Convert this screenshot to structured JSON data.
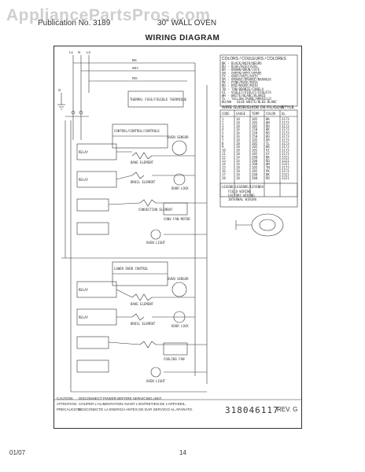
{
  "watermark": "AppliancePartsPros.com",
  "header": {
    "brand_left": "Publication No. 3189",
    "model_right": "30\" WALL OVEN"
  },
  "title": "WIRING DIAGRAM",
  "supply": {
    "labels": [
      "L1",
      "N",
      "L2",
      "G"
    ],
    "top_labels": [
      "BK",
      "WH",
      "RD"
    ]
  },
  "components": {
    "thermal_fuse": "THERMAL FUSE/FUSIBLE THERMIQUE",
    "upper_control": "CONTROL/CONTROL/CONTROLE",
    "upper_sensor": "OVEN SENSOR",
    "lower_control": "LOWER OVEN CONTROL",
    "lower_sensor": "OVEN SENSOR",
    "relays": [
      "RELAY",
      "RELAY",
      "RELAY",
      "RELAY"
    ],
    "elements": [
      "BAKE ELEMENT",
      "BROIL ELEMENT",
      "CONVECTION ELEMENT",
      "BAKE ELEMENT",
      "BROIL ELEMENT"
    ],
    "lamps": [
      "OVEN LIGHT",
      "OVEN LIGHT"
    ],
    "motors": [
      "CONV FAN MOTOR",
      "COOLING FAN"
    ],
    "door_lock": [
      "DOOR LOCK",
      "DOOR LOCK"
    ]
  },
  "color_code": {
    "title": "COLORS / COULEURS / COLORES",
    "items": [
      "BK - BLACK/NOIR/NEGRO",
      "BU - BLUE/BLEU/AZUL",
      "BR - BROWN/BRUN/CAFE",
      "GN - GREEN/VERT/VERDE",
      "GY - GRAY/GRIS/GRIS",
      "OR - ORANGE/ORANGE/NARANJA",
      "PK - PINK/ROSE/ROSA",
      "RD - RED/ROUGE/ROJO",
      "TN - TAN/BRONZE/CANELA",
      "VI - VIOLET/VIOLET/VIOLETA",
      "WH - WHITE/BLANC/BLANCO",
      "YL - YELLOW/JAUNE/AMARILLO",
      "BU/WH - BLUE-WHITE/BLEU-BLANC"
    ]
  },
  "wire_table": {
    "title": "WIRE GUIDE/GUIDE DE FIL/GUIA",
    "col_style": "STYLE",
    "headers": [
      "CODE",
      "GAUGE",
      "TEMP",
      "COLOR",
      "UL"
    ],
    "rows": [
      [
        "1",
        "18",
        "105",
        "BK",
        "3173"
      ],
      [
        "2",
        "18",
        "105",
        "WH",
        "3173"
      ],
      [
        "3",
        "18",
        "105",
        "RD",
        "3173"
      ],
      [
        "4",
        "16",
        "150",
        "BK",
        "3173"
      ],
      [
        "5",
        "16",
        "150",
        "RD",
        "3173"
      ],
      [
        "6",
        "16",
        "150",
        "BU",
        "3173"
      ],
      [
        "7",
        "18",
        "105",
        "OR",
        "3173"
      ],
      [
        "8",
        "18",
        "105",
        "YL",
        "3173"
      ],
      [
        "9",
        "18",
        "105",
        "BR",
        "3173"
      ],
      [
        "10",
        "18",
        "105",
        "VI",
        "3173"
      ],
      [
        "11",
        "18",
        "105",
        "GY",
        "3173"
      ],
      [
        "12",
        "14",
        "200",
        "BK",
        "3321"
      ],
      [
        "13",
        "14",
        "200",
        "RD",
        "3321"
      ],
      [
        "14",
        "14",
        "200",
        "WH",
        "3321"
      ],
      [
        "15",
        "18",
        "105",
        "TN",
        "3173"
      ],
      [
        "16",
        "18",
        "105",
        "PK",
        "3173"
      ],
      [
        "17",
        "18",
        "200",
        "BK",
        "3321"
      ],
      [
        "18",
        "18",
        "200",
        "RD",
        "3321"
      ]
    ]
  },
  "legend": {
    "title": "LEGEND/LEGENDE/LEYENDA",
    "lines": [
      "FIELD WIRING",
      "FACTORY WIRING",
      "INTERNAL WIRING"
    ]
  },
  "warnings": [
    {
      "label": "CAUTION:",
      "text": "DISCONNECT POWER BEFORE SERVICING UNIT."
    },
    {
      "label": "ATTENTION:",
      "text": "COUPER L'ALIMENTATION AVANT L'ENTRETIEN DE L'APPAREIL."
    },
    {
      "label": "PRECAUCION:",
      "text": "DESCONECTE LA ENERGIA ANTES DE DAR SERVICIO AL APARATO."
    }
  ],
  "part_number": "318046117",
  "revision": "REV. G",
  "footer": {
    "date": "01/07",
    "page": "14"
  },
  "colors": {
    "line": "#333333",
    "watermark": "#cfcfcf",
    "background": "#ffffff"
  }
}
